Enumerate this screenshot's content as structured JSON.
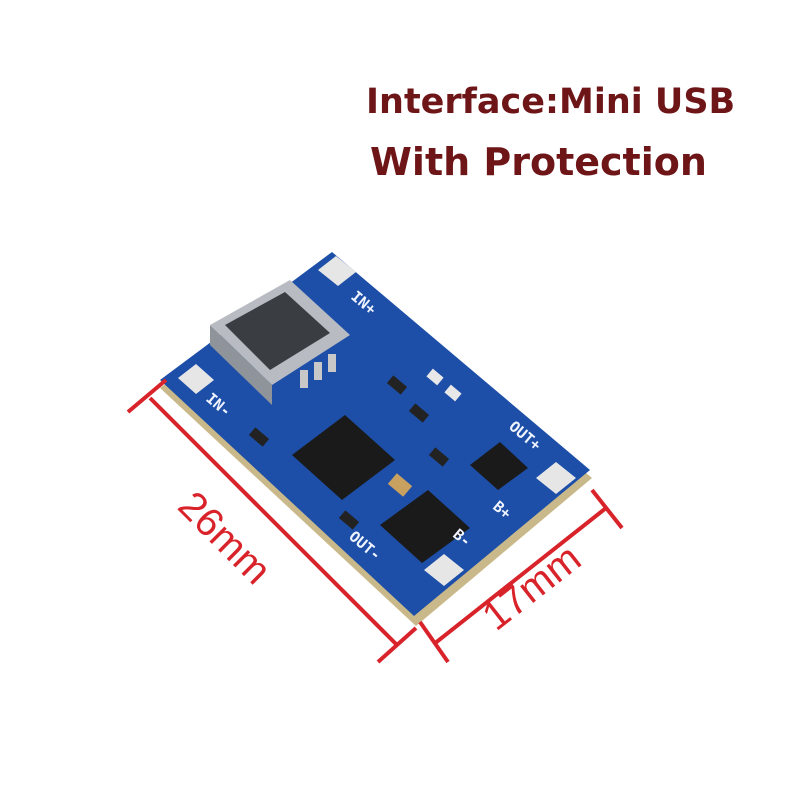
{
  "heading": {
    "line1": "Interface:Mini USB",
    "line2": "With Protection"
  },
  "board": {
    "labels": {
      "in_plus": "IN+",
      "in_minus": "IN-",
      "out_plus": "OUT+",
      "out_minus": "OUT-",
      "b_plus": "B+",
      "b_minus": "B-"
    },
    "pcb_color": "#1d4fa8",
    "pad_color": "#e6e6e6"
  },
  "dimensions": {
    "length": "26mm",
    "width": "17mm",
    "color": "#d9232a"
  },
  "text_color": "#6e1518"
}
